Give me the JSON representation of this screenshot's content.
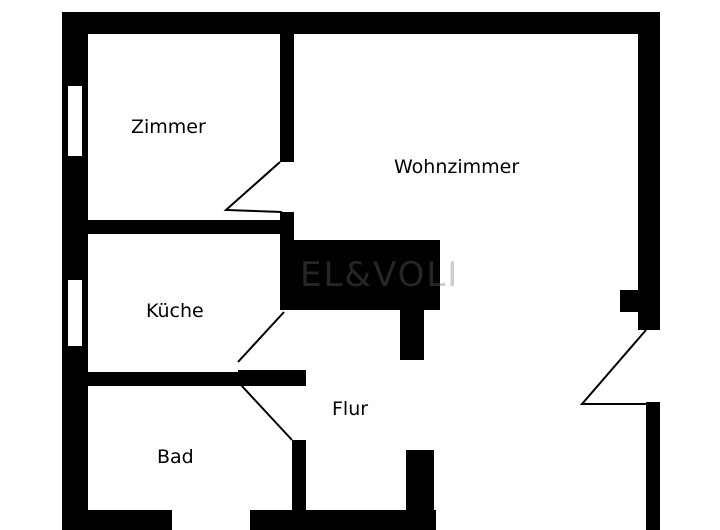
{
  "plan": {
    "rooms": {
      "zimmer": "Zimmer",
      "wohnzimmer": "Wohnzimmer",
      "kueche": "Küche",
      "flur": "Flur",
      "bad": "Bad"
    },
    "watermark": "EL&VOLI"
  }
}
